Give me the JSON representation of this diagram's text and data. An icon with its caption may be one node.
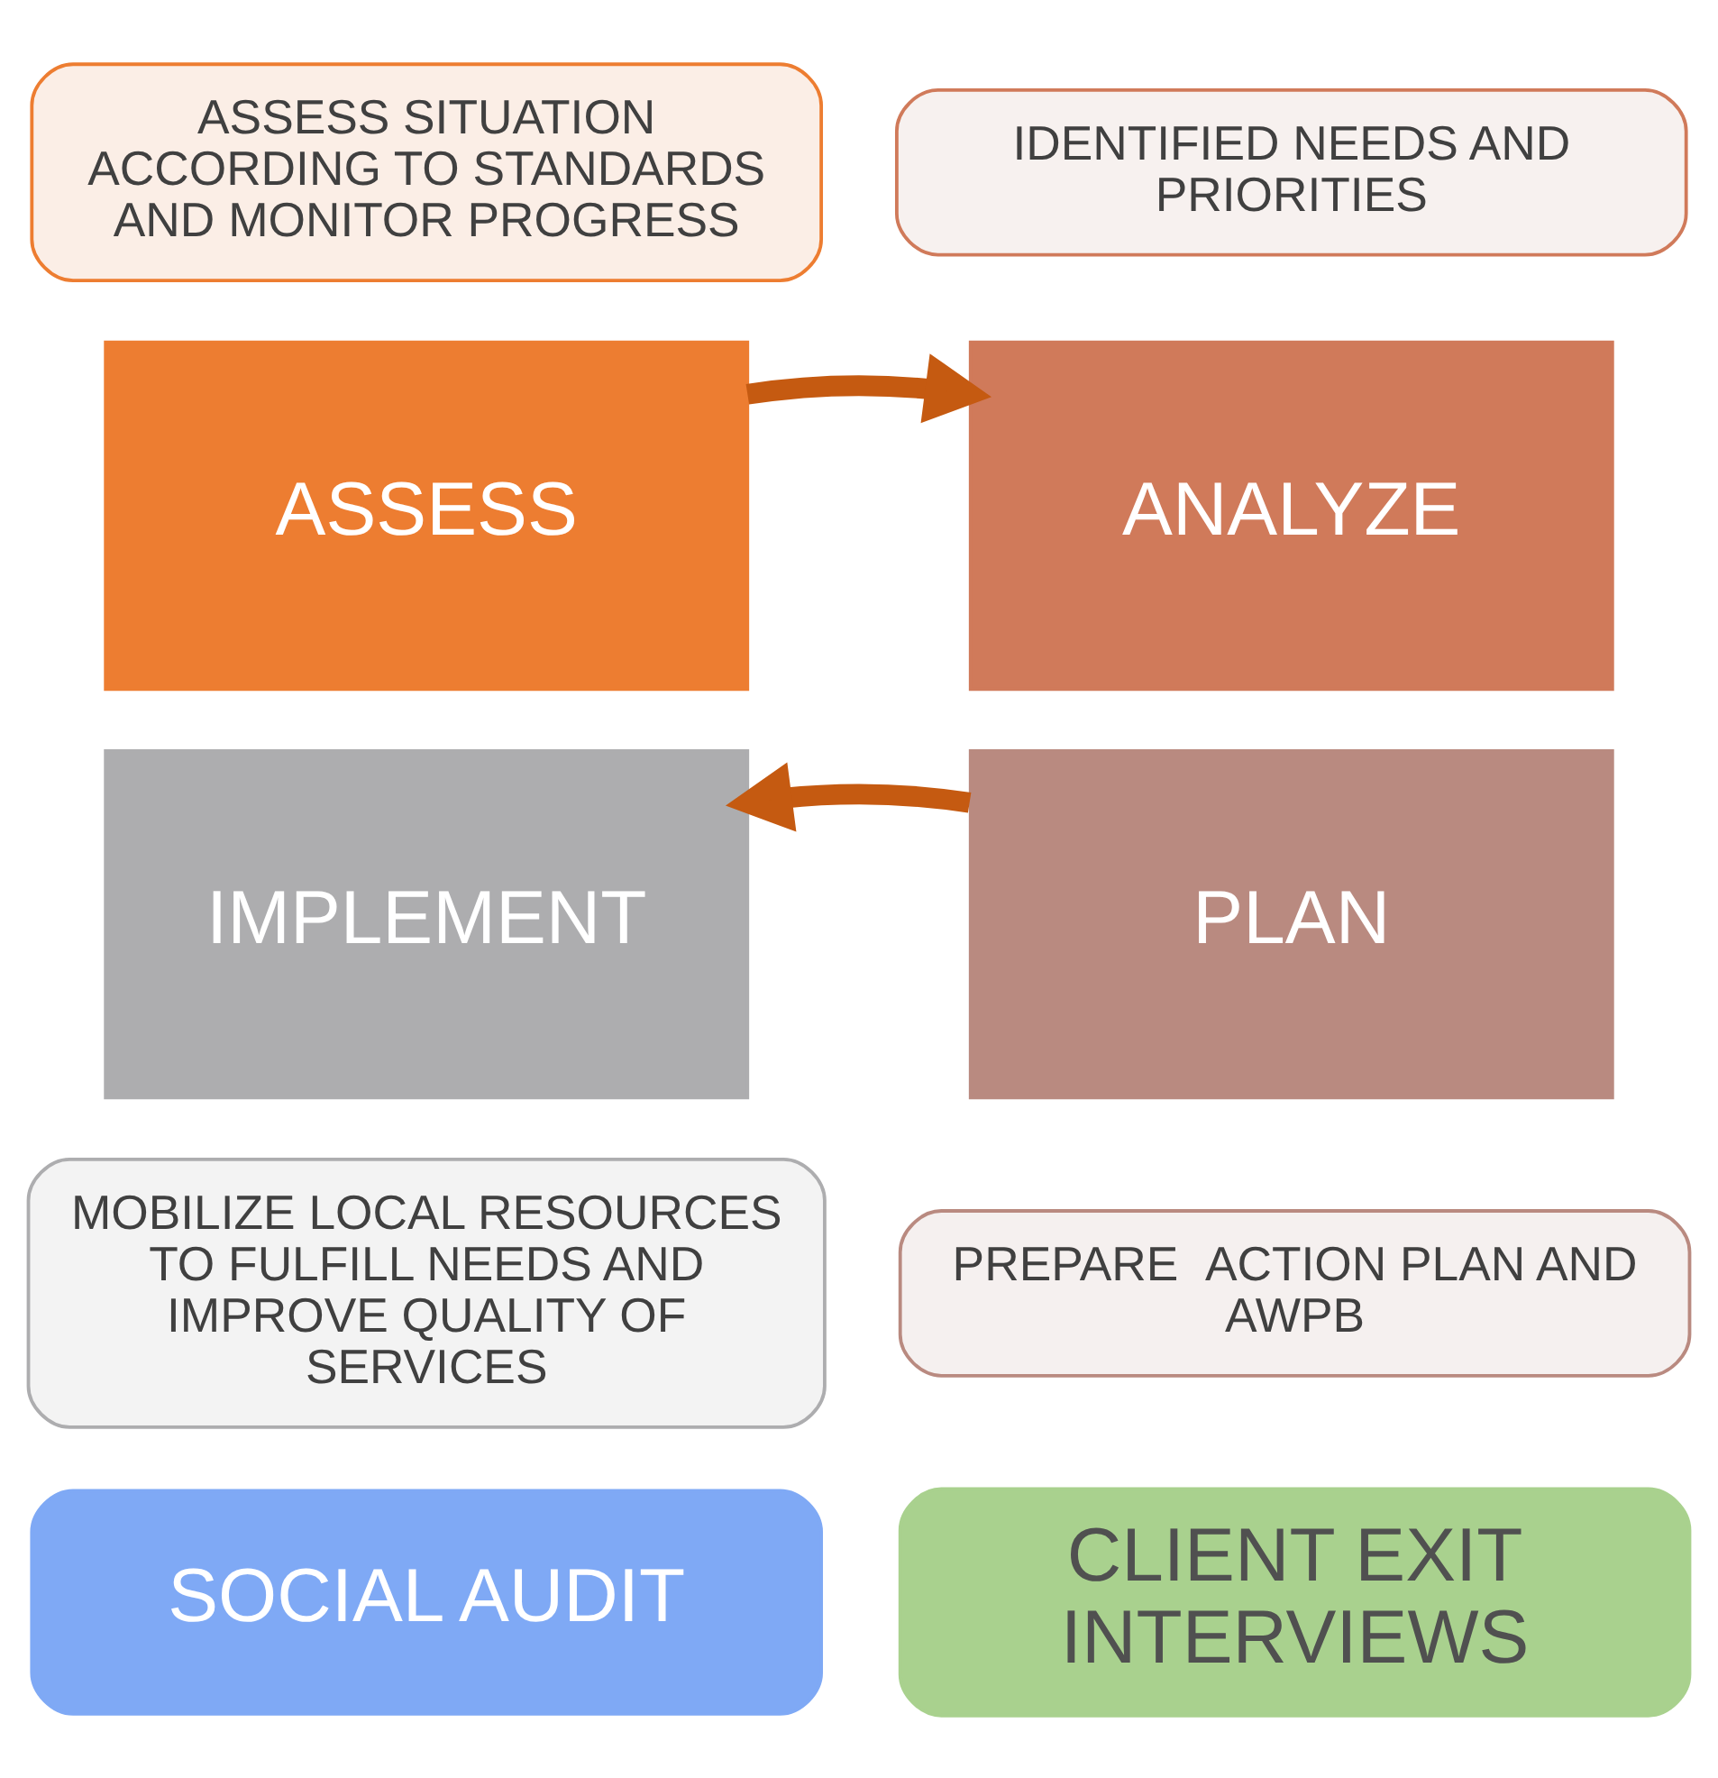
{
  "diagram": {
    "nodes": [
      {
        "text": [
          "ASSESS SITUATION ACCORDING TO STANDARDS AND MONITOR PROGRESS"
        ]
      },
      {
        "text": [
          "IDENTIFIED NEEDS AND PRIORITIES"
        ]
      },
      {
        "text": [
          "ASSESS"
        ]
      },
      {
        "text": [
          "ANALYZE"
        ]
      },
      {
        "text": [
          "IMPLEMENT"
        ]
      },
      {
        "text": [
          "PLAN"
        ]
      },
      {
        "text": [
          "MOBILIZE LOCAL RESOURCES TO FULFILL NEEDS AND IMPROVE QUALITY OF SERVICES"
        ]
      },
      {
        "text": [
          "PREPARE  ACTION PLAN AND AWPB"
        ]
      },
      {
        "text": [
          "SOCIAL AUDIT"
        ]
      },
      {
        "text": [
          "CLIENT EXIT INTERVIEWS"
        ]
      }
    ],
    "edges": [
      {
        "from": 2,
        "to": 3,
        "arrow": "to"
      },
      {
        "from": 5,
        "to": 4,
        "arrow": "to"
      }
    ]
  }
}
